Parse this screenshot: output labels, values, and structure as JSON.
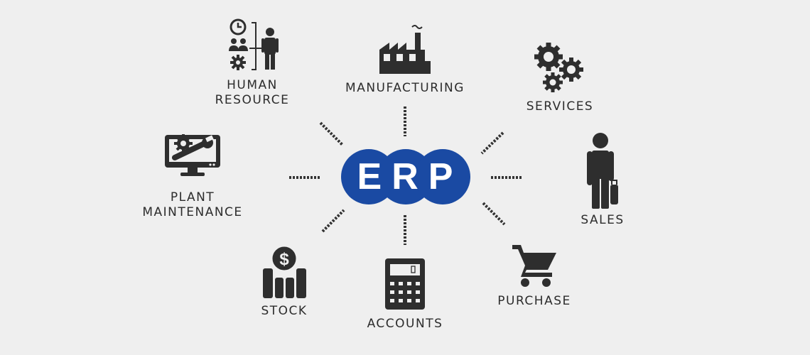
{
  "hub": {
    "label": "ERP",
    "color": "#1a4aa3",
    "text_color": "#ffffff"
  },
  "colors": {
    "background": "#efefef",
    "icon": "#2e2e2e",
    "label": "#2c2c2c",
    "connector": "#333333"
  },
  "modules": {
    "human_resource": {
      "line1": "HUMAN",
      "line2": "RESOURCE",
      "icon": "org-chart-icon"
    },
    "manufacturing": {
      "line1": "MANUFACTURING",
      "icon": "factory-icon"
    },
    "services": {
      "line1": "SERVICES",
      "icon": "gears-icon"
    },
    "plant_maintenance": {
      "line1": "PLANT",
      "line2": "MAINTENANCE",
      "icon": "monitor-wrench-icon"
    },
    "sales": {
      "line1": "SALES",
      "icon": "businessman-icon"
    },
    "stock": {
      "line1": "STOCK",
      "icon": "dollar-bars-icon"
    },
    "accounts": {
      "line1": "ACCOUNTS",
      "icon": "calculator-icon"
    },
    "purchase": {
      "line1": "PURCHASE",
      "icon": "shopping-cart-icon"
    }
  }
}
